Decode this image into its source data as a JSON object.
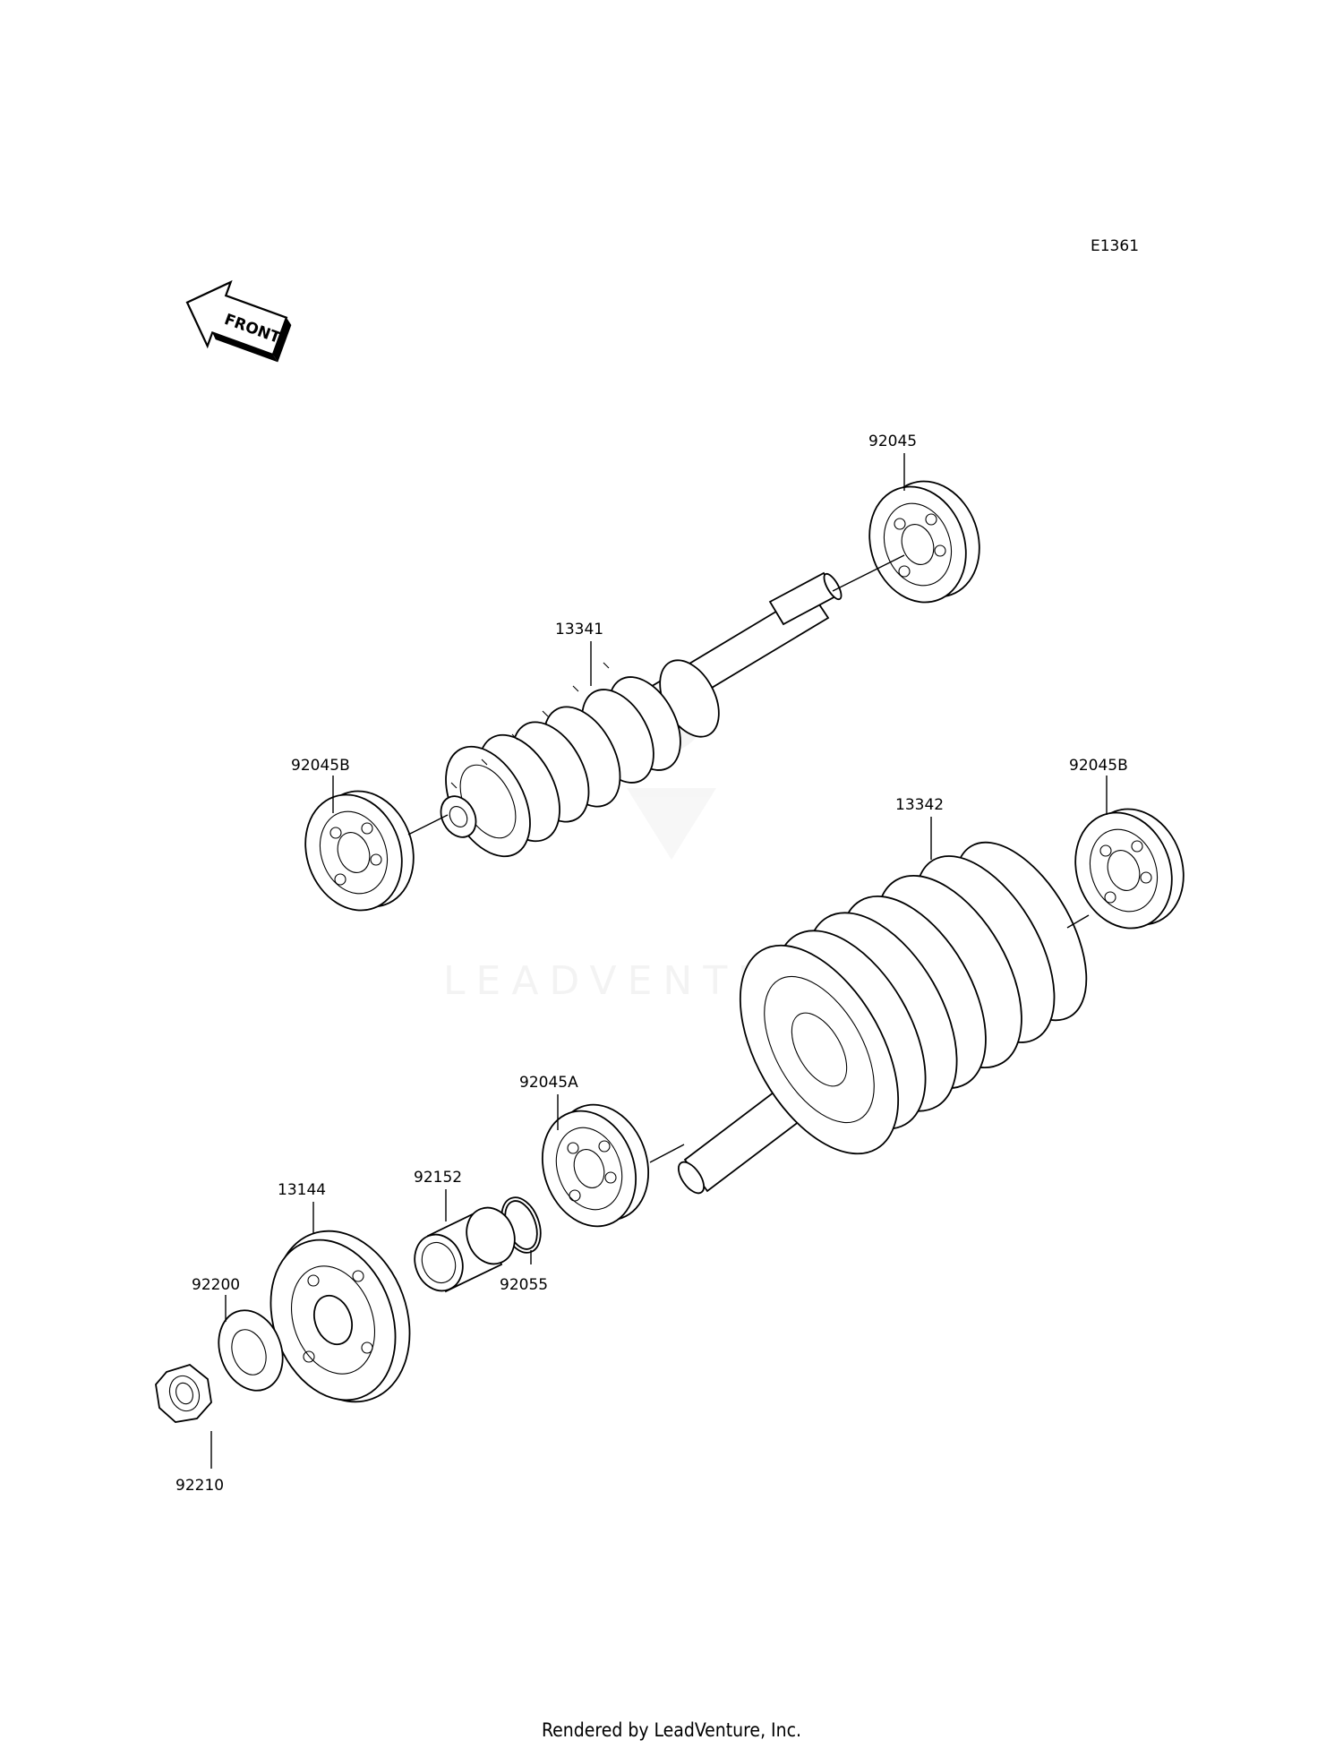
{
  "diagram_code": "E1361",
  "front_arrow_label": "FRONT",
  "watermark": "LEADVENTURE",
  "footer": "Rendered by LeadVenture, Inc.",
  "parts": [
    {
      "id": "p92045",
      "number": "92045"
    },
    {
      "id": "p13341",
      "number": "13341"
    },
    {
      "id": "p92045B_upper",
      "number": "92045B"
    },
    {
      "id": "p92045B_right",
      "number": "92045B"
    },
    {
      "id": "p13342",
      "number": "13342"
    },
    {
      "id": "p92045A",
      "number": "92045A"
    },
    {
      "id": "p92152",
      "number": "92152"
    },
    {
      "id": "p13144",
      "number": "13144"
    },
    {
      "id": "p92055",
      "number": "92055"
    },
    {
      "id": "p92200",
      "number": "92200"
    },
    {
      "id": "p92210",
      "number": "92210"
    }
  ]
}
